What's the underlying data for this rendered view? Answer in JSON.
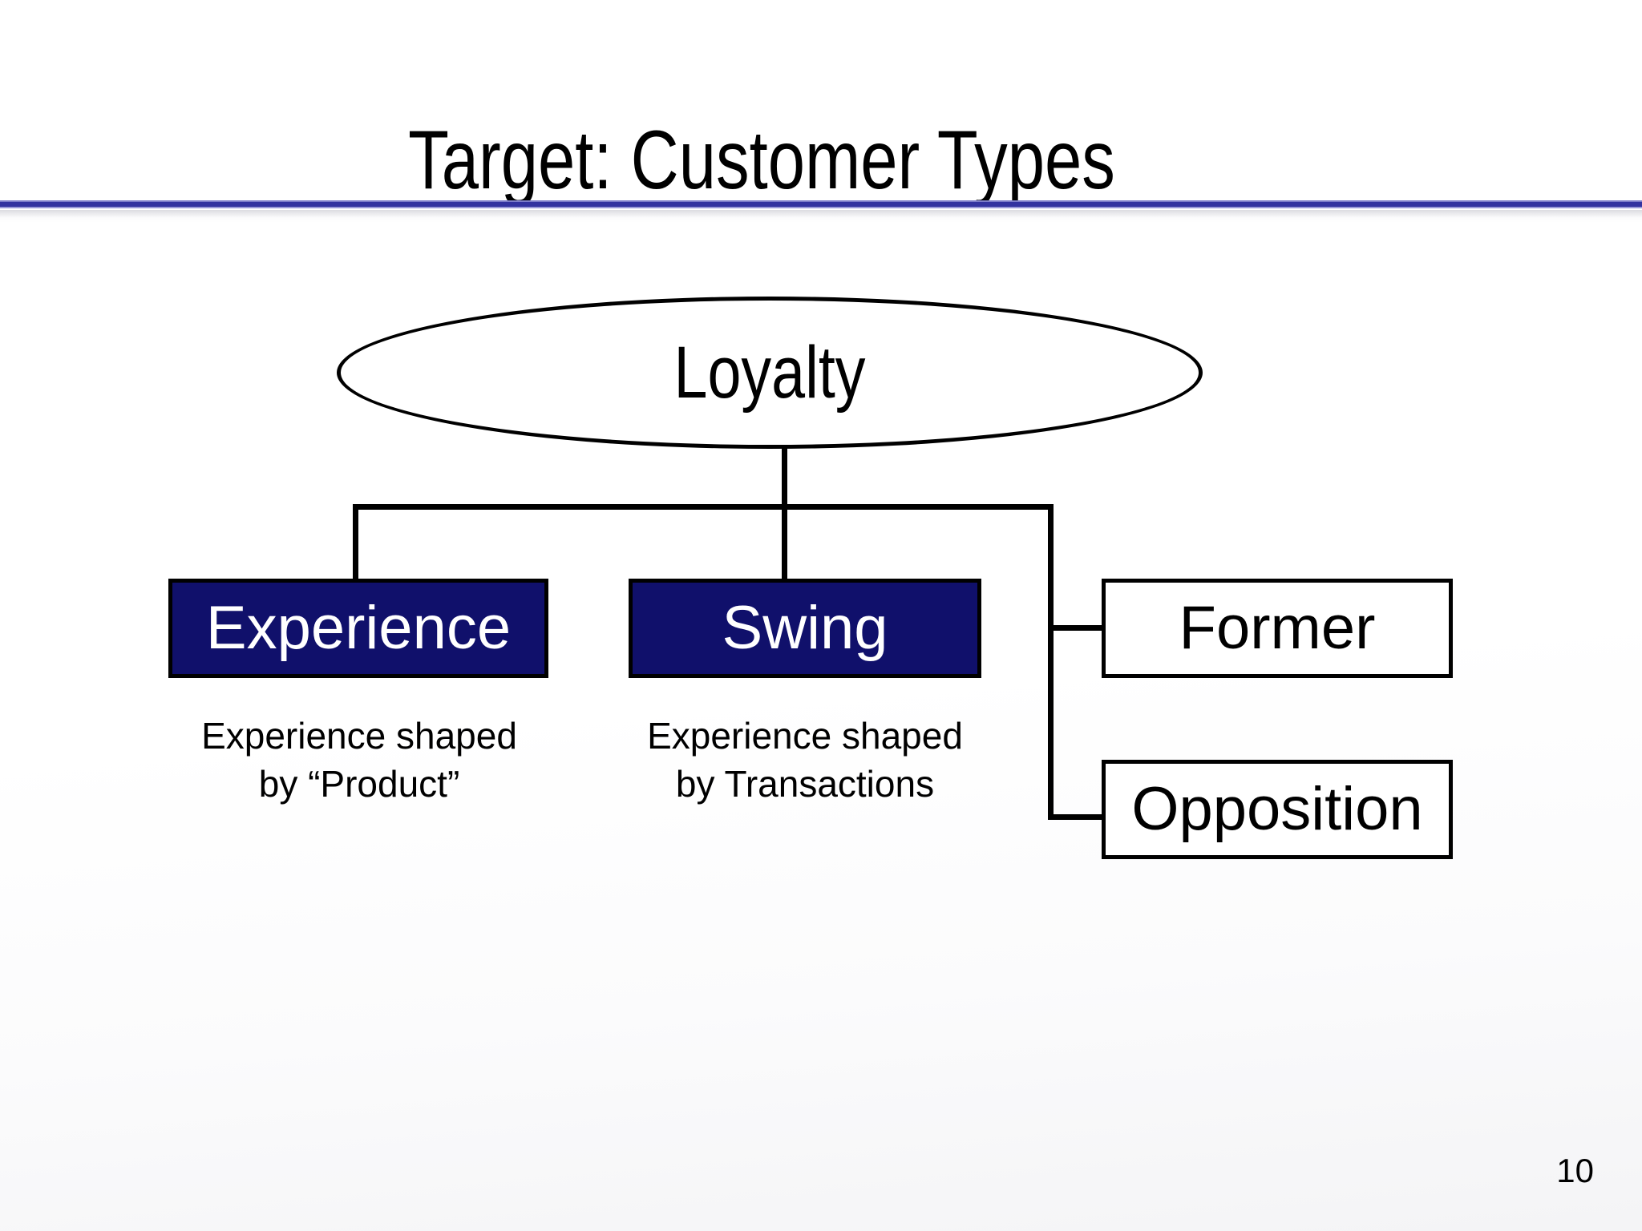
{
  "slide": {
    "title": "Target: Customer Types",
    "page_number": "10",
    "rule_color": "#3333A0",
    "accent_fill": "#10106B",
    "background": "#FFFFFF"
  },
  "diagram": {
    "type": "tree",
    "root": {
      "shape": "ellipse",
      "label": "Loyalty"
    },
    "nodes": [
      {
        "id": "experience",
        "label": "Experience",
        "style": "filled-navy",
        "text_color": "#FFFFFF",
        "fill": "#10106B",
        "caption": "Experience shaped\nby “Product”",
        "caption_line_1": "Experience shaped",
        "caption_line_2": "by “Product”"
      },
      {
        "id": "swing",
        "label": "Swing",
        "style": "filled-navy",
        "text_color": "#FFFFFF",
        "fill": "#10106B",
        "caption": "Experience shaped\nby Transactions",
        "caption_line_1": "Experience shaped",
        "caption_line_2": "by Transactions"
      },
      {
        "id": "former",
        "label": "Former",
        "style": "hollow-white",
        "text_color": "#000000",
        "fill": "#FFFFFF",
        "caption": "",
        "caption_line_1": "",
        "caption_line_2": ""
      },
      {
        "id": "opposition",
        "label": "Opposition",
        "style": "hollow-white",
        "text_color": "#000000",
        "fill": "#FFFFFF",
        "caption": "",
        "caption_line_1": "",
        "caption_line_2": ""
      }
    ]
  }
}
